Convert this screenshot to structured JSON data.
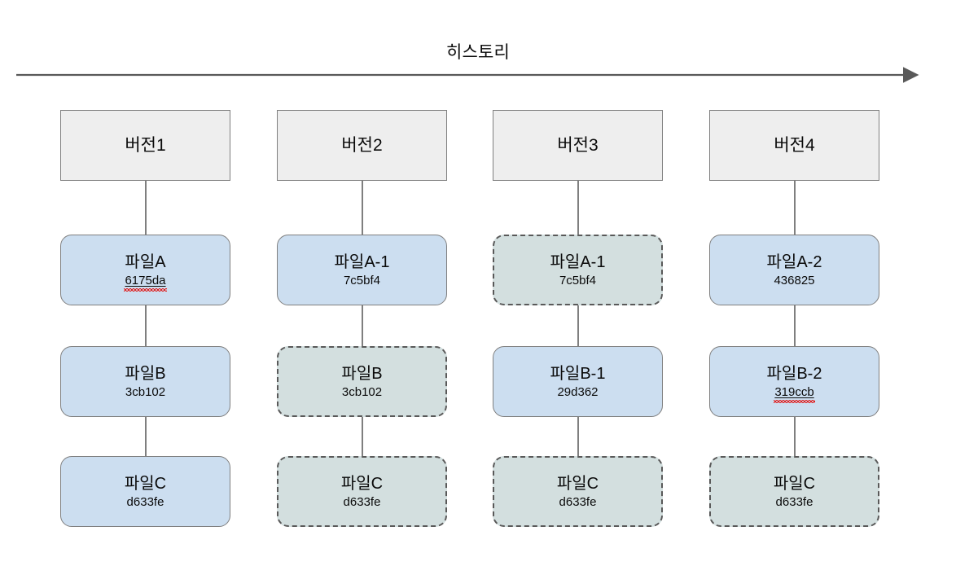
{
  "timeline": {
    "title": "히스토리",
    "arrow_direction": "right",
    "line_color": "#595959"
  },
  "palette": {
    "version_box_fill": "#eeeeee",
    "version_box_border": "#7f7f7f",
    "current_file_fill": "#ccdef0",
    "current_file_border": "#7f7f7f",
    "unchanged_file_fill": "#d3dfdf",
    "unchanged_file_border": "#595959",
    "spellcheck_squiggle": "#e02020",
    "text": "#0a0a0a"
  },
  "legend_semantics": {
    "solid": "changed in this version",
    "ghost": "carried over unchanged from previous version"
  },
  "columns": [
    {
      "version_label": "버전1",
      "files": [
        {
          "name": "파일A",
          "hash": "6175da",
          "style": "solid",
          "spellcheck_flagged": true
        },
        {
          "name": "파일B",
          "hash": "3cb102",
          "style": "solid",
          "spellcheck_flagged": false
        },
        {
          "name": "파일C",
          "hash": "d633fe",
          "style": "solid",
          "spellcheck_flagged": false
        }
      ]
    },
    {
      "version_label": "버전2",
      "files": [
        {
          "name": "파일A-1",
          "hash": "7c5bf4",
          "style": "solid",
          "spellcheck_flagged": false
        },
        {
          "name": "파일B",
          "hash": "3cb102",
          "style": "ghost",
          "spellcheck_flagged": false
        },
        {
          "name": "파일C",
          "hash": "d633fe",
          "style": "ghost",
          "spellcheck_flagged": false
        }
      ]
    },
    {
      "version_label": "버전3",
      "files": [
        {
          "name": "파일A-1",
          "hash": "7c5bf4",
          "style": "ghost",
          "spellcheck_flagged": false
        },
        {
          "name": "파일B-1",
          "hash": "29d362",
          "style": "solid",
          "spellcheck_flagged": false
        },
        {
          "name": "파일C",
          "hash": "d633fe",
          "style": "ghost",
          "spellcheck_flagged": false
        }
      ]
    },
    {
      "version_label": "버전4",
      "files": [
        {
          "name": "파일A-2",
          "hash": "436825",
          "style": "solid",
          "spellcheck_flagged": false
        },
        {
          "name": "파일B-2",
          "hash": "319ccb",
          "style": "solid",
          "spellcheck_flagged": true
        },
        {
          "name": "파일C",
          "hash": "d633fe",
          "style": "ghost",
          "spellcheck_flagged": false
        }
      ]
    }
  ]
}
